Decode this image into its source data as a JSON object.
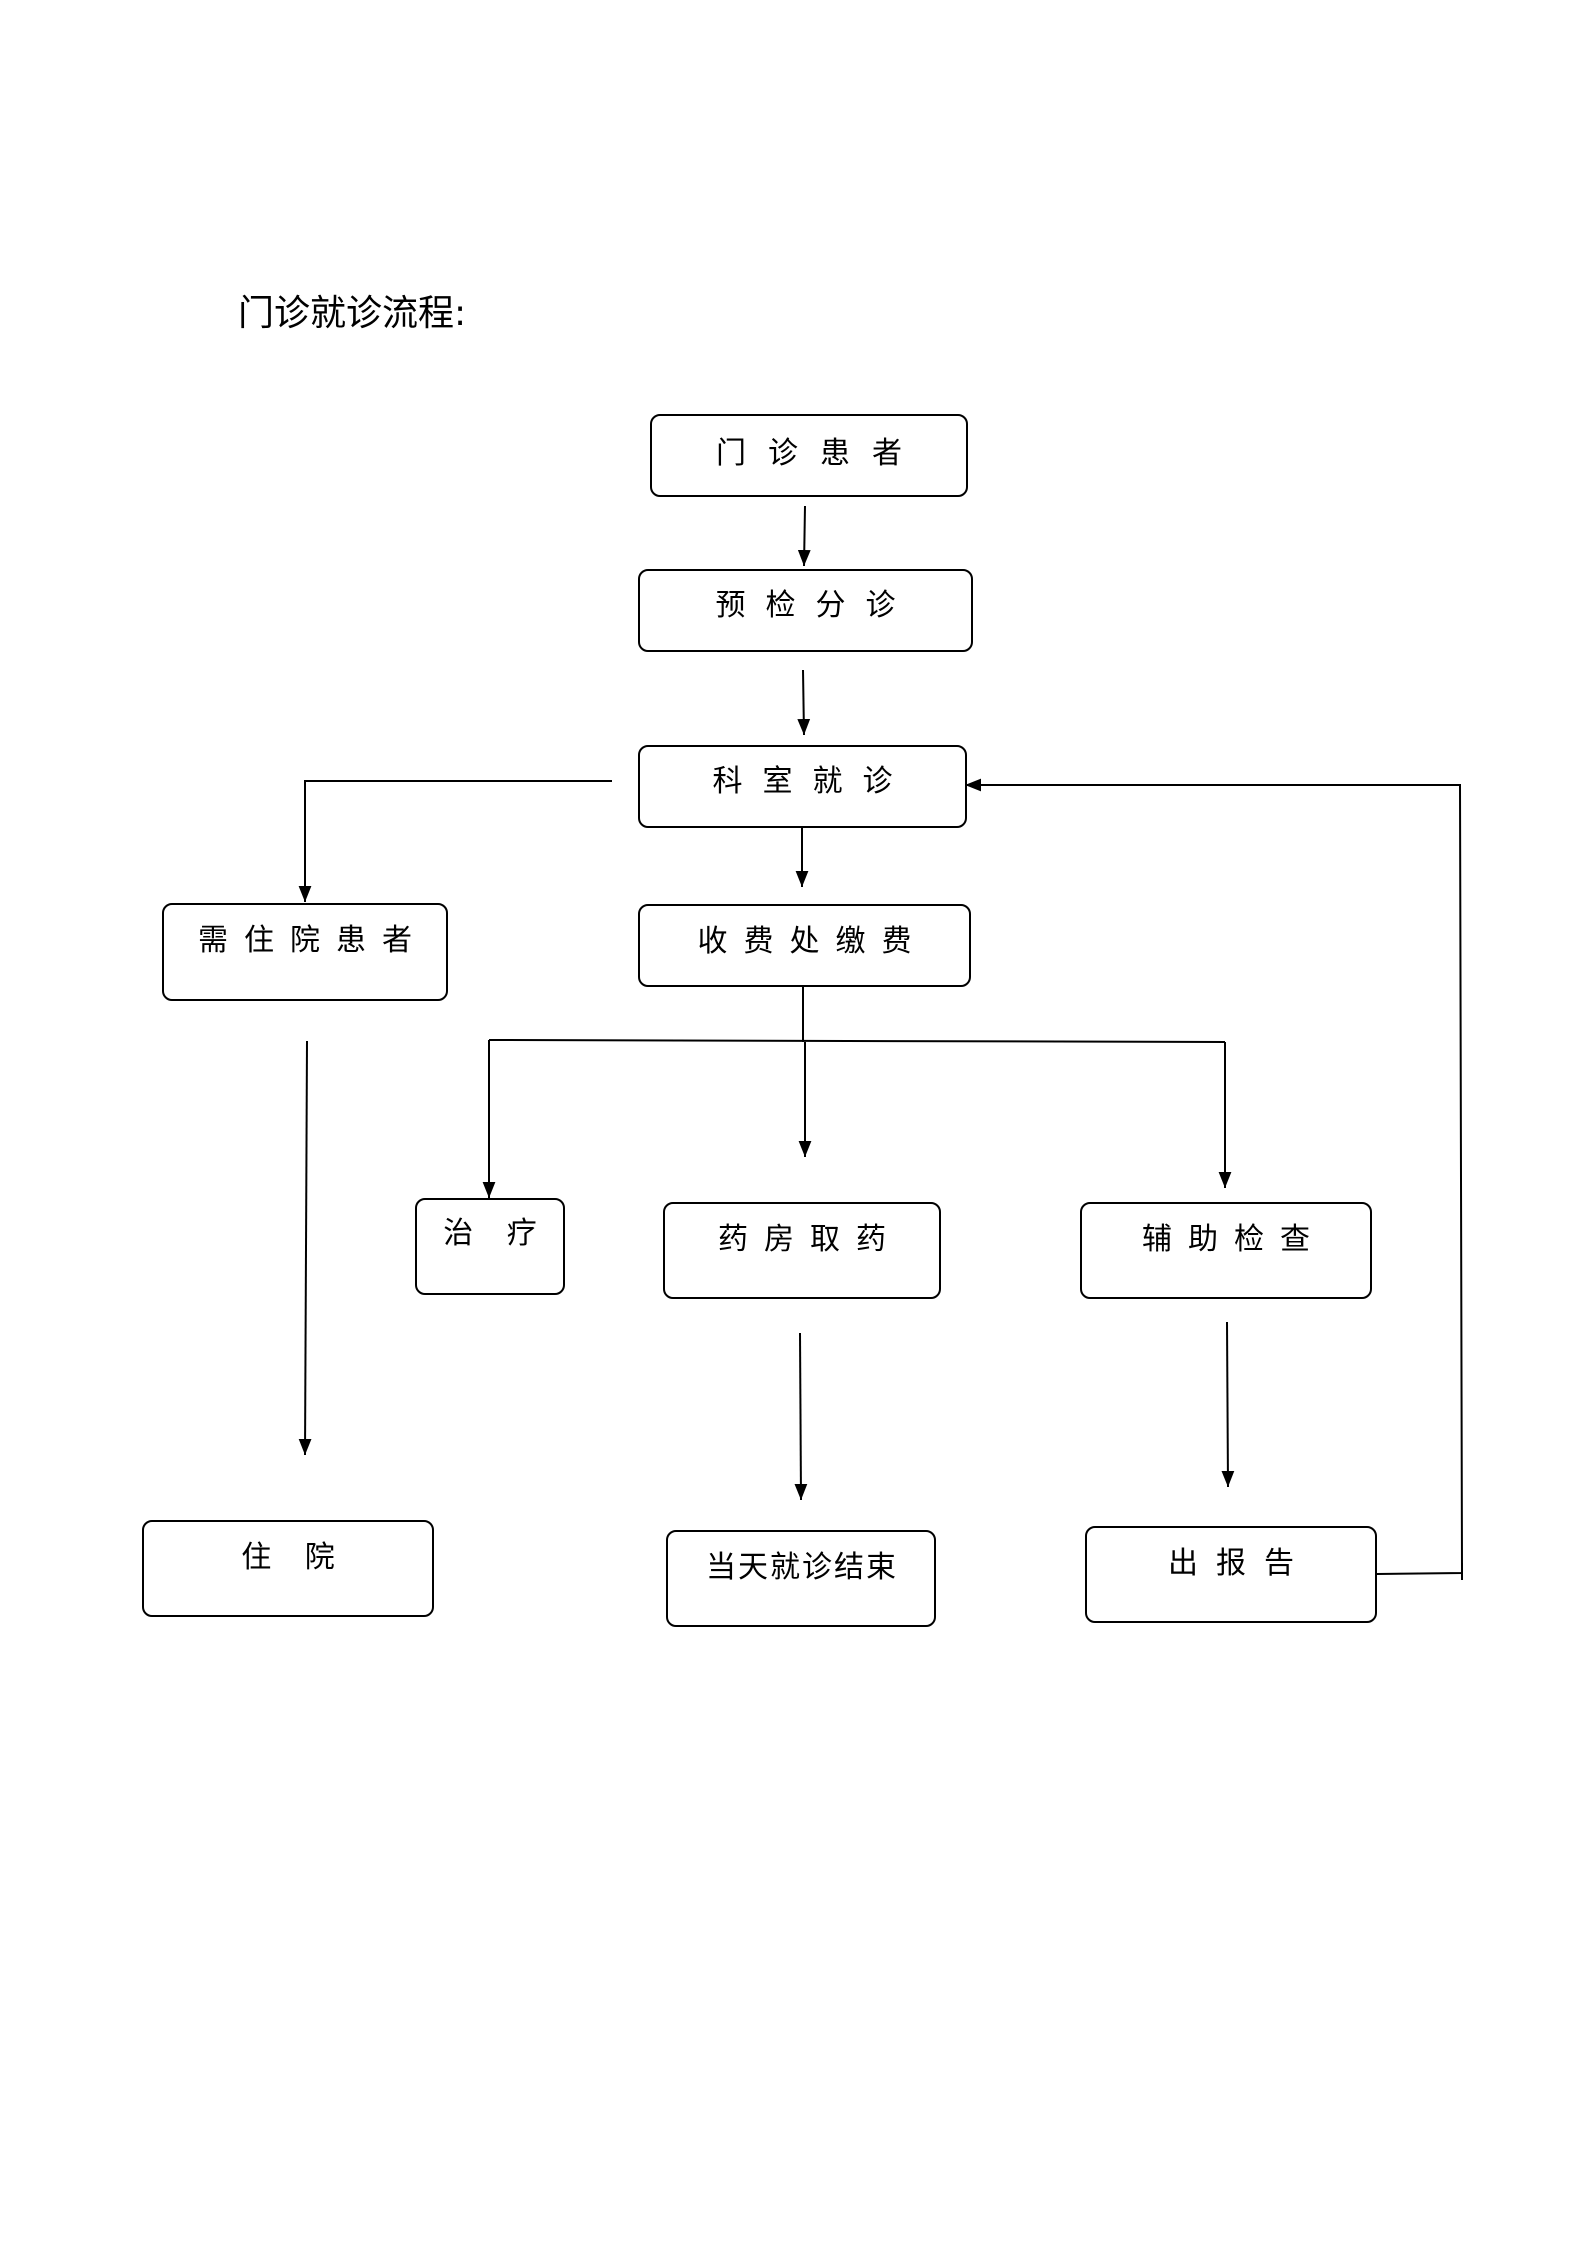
{
  "title": "门诊就诊流程:",
  "nodes": {
    "outpatient": "门诊患者",
    "triage": "预检分诊",
    "department_visit": "科室就诊",
    "needs_admission": "需住院患者",
    "cashier_payment": "收费处缴费",
    "treatment": "治 疗",
    "pharmacy": "药房取药",
    "auxiliary_exam": "辅助检查",
    "admission": "住 院",
    "visit_end": "当天就诊结束",
    "report": "出报告"
  },
  "colors": {
    "line": "#000000",
    "box_border": "#000000",
    "background": "#ffffff"
  }
}
